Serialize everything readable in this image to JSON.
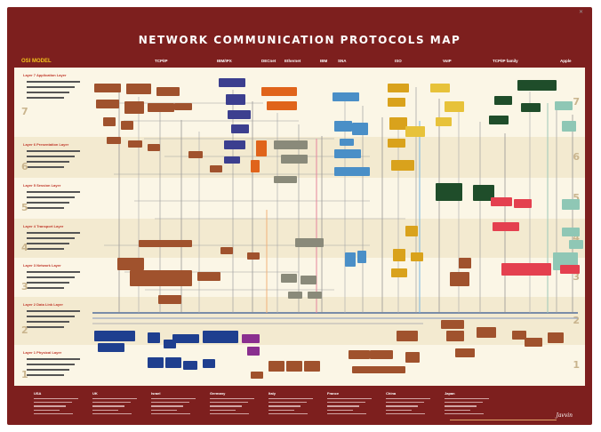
{
  "poster": {
    "title": "NETWORK COMMUNICATION PROTOCOLS MAP",
    "osi_label": "OSI MODEL",
    "columns": [
      "TCP/IP",
      "IBM/IPX",
      "DECnet",
      "Ethernet",
      "IBM",
      "SNA",
      "ISO",
      "VoIP",
      "TCP/IP family",
      "Apple"
    ],
    "layers": [
      {
        "num": "7",
        "title": "Layer 7 Application Layer"
      },
      {
        "num": "6",
        "title": "Layer 6 Presentation Layer"
      },
      {
        "num": "5",
        "title": "Layer 5 Session Layer"
      },
      {
        "num": "4",
        "title": "Layer 4 Transport Layer"
      },
      {
        "num": "3",
        "title": "Layer 3 Network Layer"
      },
      {
        "num": "2",
        "title": "Layer 2 Data Link Layer"
      },
      {
        "num": "1",
        "title": "Layer 1 Physical Layer"
      }
    ],
    "footer_cities": [
      "USA",
      "UK",
      "Israel",
      "Germany",
      "Italy",
      "France",
      "China",
      "Japan"
    ],
    "logo": "Javvin",
    "node_colors": {
      "tcpip": "#a0522d",
      "ipx": "#3c3f8f",
      "decnet": "#e0641b",
      "ethernet": "#8a8a7a",
      "ibm": "#4a8fc7",
      "sna": "#d9a21c",
      "iso": "#e7c23a",
      "voip": "#1f4d2a",
      "apple": "#8fc7b5",
      "alert": "#e4404f",
      "blue": "#1f3f8f",
      "purple": "#8a2f8f"
    }
  }
}
